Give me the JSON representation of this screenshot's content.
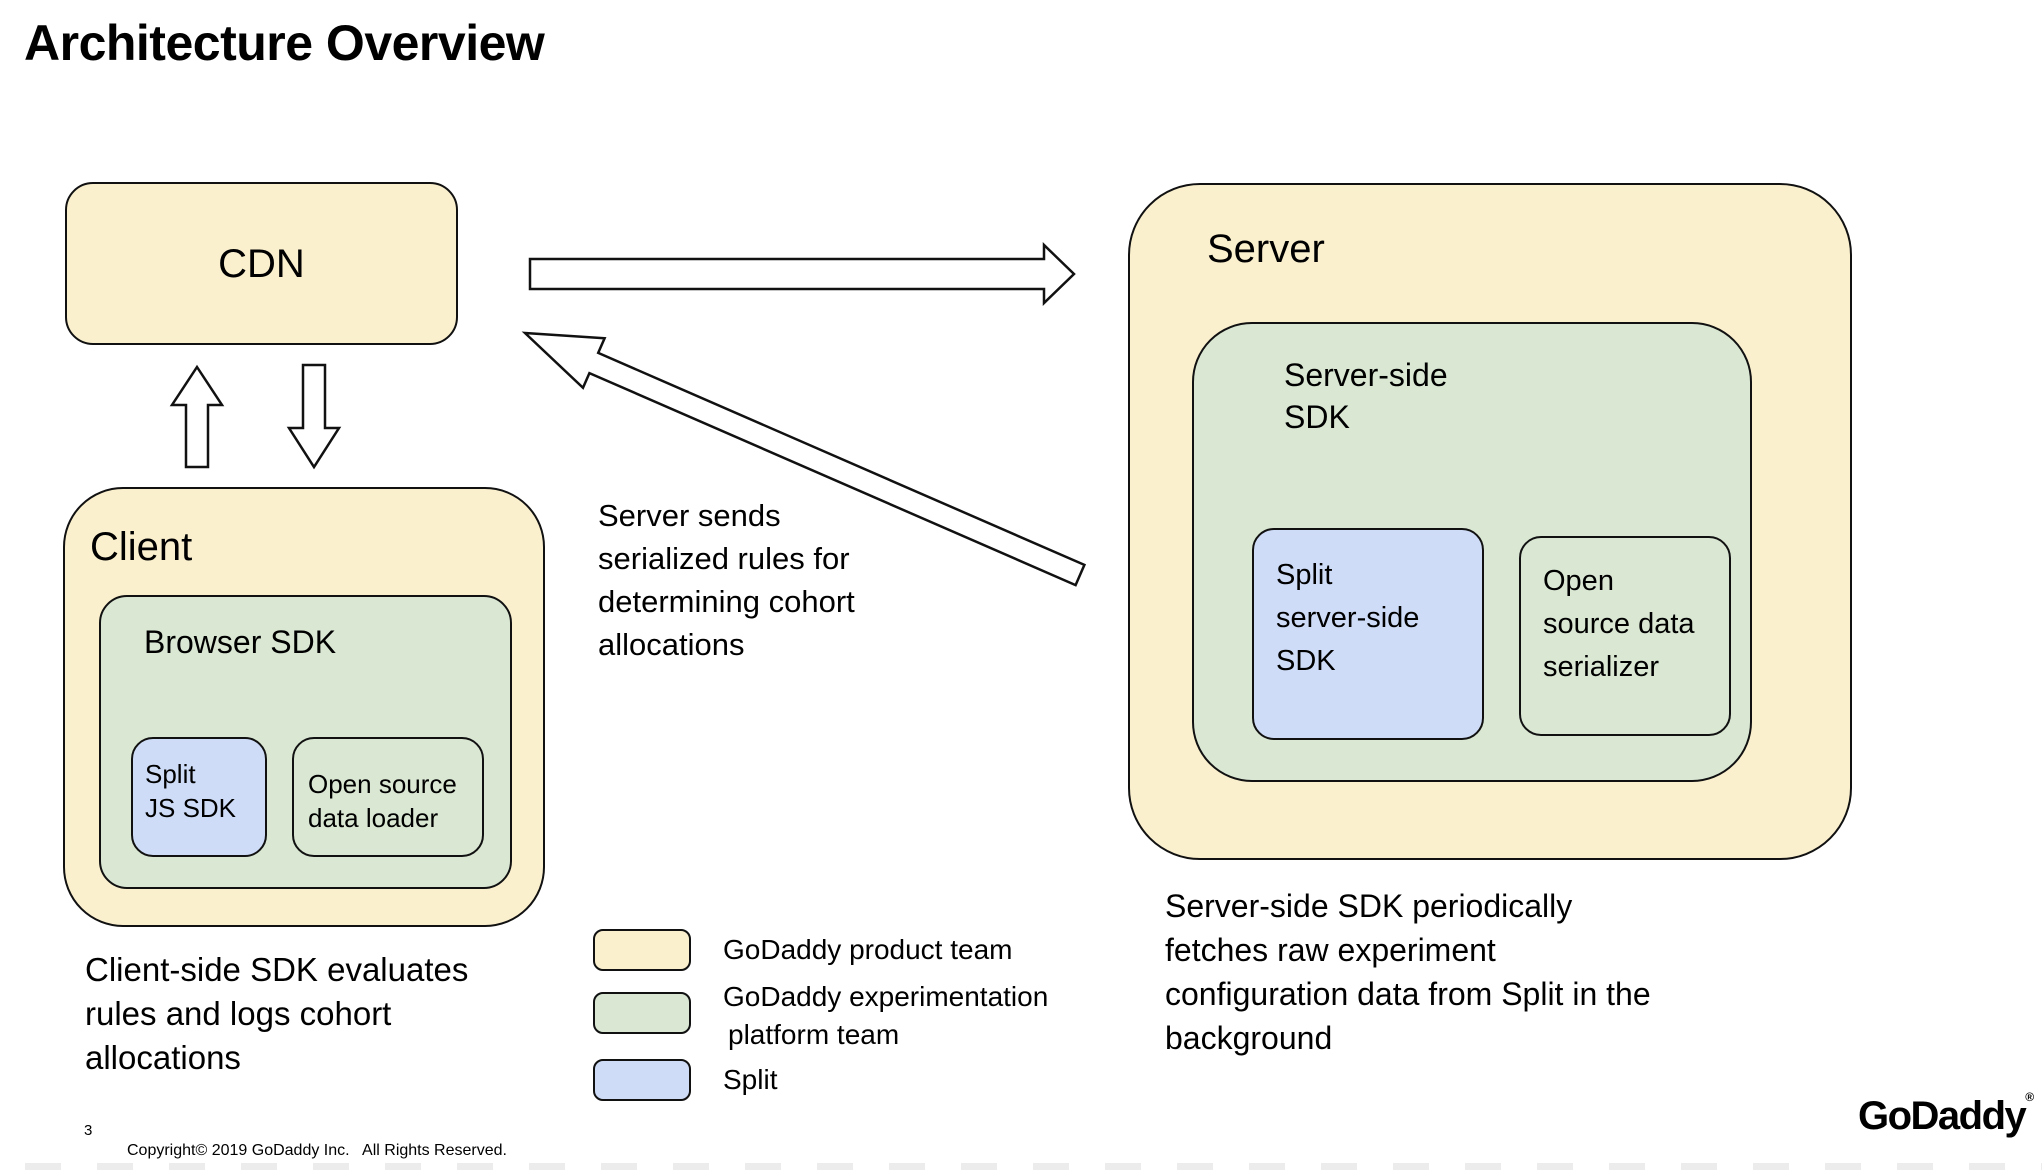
{
  "slide": {
    "title": "Architecture Overview",
    "page_number": "3",
    "copyright": "Copyright© 2019 GoDaddy Inc.   All Rights Reserved.",
    "brand_logo": "GoDaddy",
    "brand_logo_mark": "®"
  },
  "colors": {
    "product_team_yellow": "#FAF0CE",
    "experimentation_team_green": "#D9E7D3",
    "split_blue": "#CEDCF7",
    "outline": "#111111"
  },
  "diagram": {
    "cdn_label": "CDN",
    "client": {
      "label": "Client",
      "browser_sdk_label": "Browser SDK",
      "split_js_sdk_lines": [
        "Split",
        "JS SDK"
      ],
      "data_loader_lines": [
        "Open source",
        "data loader"
      ]
    },
    "server": {
      "label": "Server",
      "sdk_label_lines": [
        "Server-side",
        "SDK"
      ],
      "split_sdk_lines": [
        "Split",
        "server-side",
        "SDK"
      ],
      "serializer_lines": [
        "Open",
        "source data",
        "serializer"
      ]
    },
    "notes": {
      "middle_lines": [
        "Server sends",
        "serialized rules for",
        "determining cohort",
        "allocations"
      ],
      "client_lines": [
        "Client-side SDK evaluates",
        "rules and logs cohort",
        "allocations"
      ],
      "server_lines": [
        "Server-side SDK periodically",
        "fetches raw experiment",
        "configuration data from Split in the",
        "background"
      ]
    }
  },
  "legend": {
    "items": [
      {
        "color": "#FAF0CE",
        "label_lines": [
          "GoDaddy product team"
        ]
      },
      {
        "color": "#D9E7D3",
        "label_lines": [
          "GoDaddy experimentation",
          "platform team"
        ]
      },
      {
        "color": "#CEDCF7",
        "label_lines": [
          "Split"
        ]
      }
    ]
  }
}
